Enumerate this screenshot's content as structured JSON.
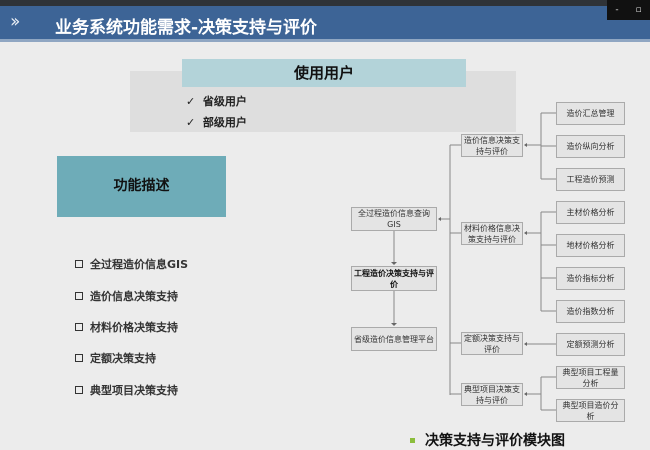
{
  "header": {
    "title": "业务系统功能需求-决策支持与评价",
    "chevron_icon": "double-chevron-right",
    "window_controls": [
      "-",
      "▫"
    ]
  },
  "users": {
    "title": "使用用户",
    "items": [
      "省级用户",
      "部级用户"
    ],
    "check": "✓"
  },
  "functions": {
    "title": "功能描述",
    "items": [
      "全过程造价信息GIS",
      "造价信息决策支持",
      "材料价格决策支持",
      "定额决策支持",
      "典型项目决策支持"
    ]
  },
  "diagram": {
    "left": [
      "全过程造价信息查询GIS",
      "工程造价决策支持与评价",
      "省级造价信息管理平台"
    ],
    "middle": [
      "造价信息决策支持与评价",
      "材料价格信息决策支持与评价",
      "定额决策支持与评价",
      "典型项目决策支持与评价"
    ],
    "right": [
      "造价汇总管理",
      "造价纵向分析",
      "工程造价预测",
      "主材价格分析",
      "地材价格分析",
      "造价指标分析",
      "造价指数分析",
      "定额预测分析",
      "典型项目工程量分析",
      "典型项目造价分析"
    ]
  },
  "caption": "决策支持与评价模块图",
  "colors": {
    "header": "#3d6496",
    "teal_light": "#b3d3d9",
    "teal": "#6eacb8",
    "bullet": "#8bbd3c"
  }
}
